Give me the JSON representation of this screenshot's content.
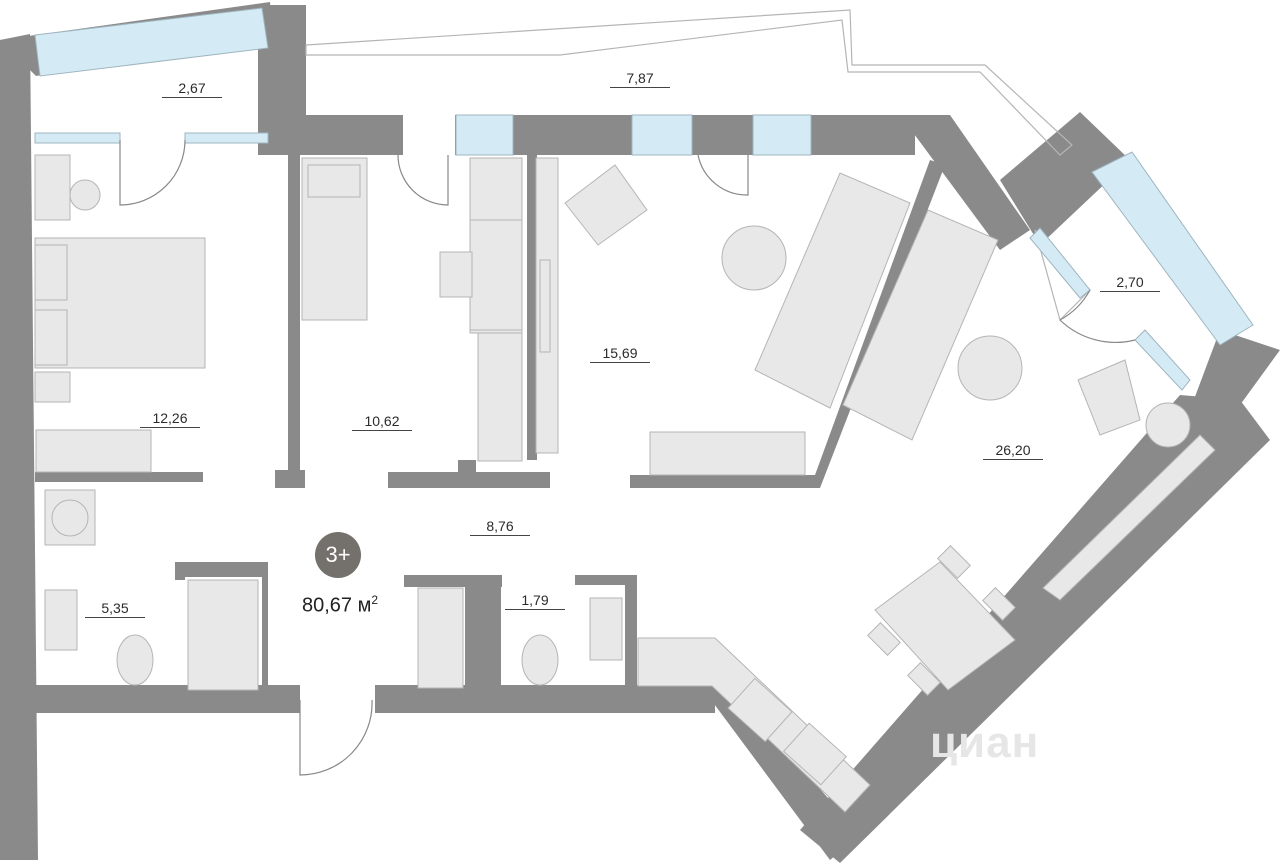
{
  "plan": {
    "areas": [
      {
        "id": "balcony-left",
        "value": "2,67"
      },
      {
        "id": "balcony-top",
        "value": "7,87"
      },
      {
        "id": "bedroom",
        "value": "12,26"
      },
      {
        "id": "room-2",
        "value": "10,62"
      },
      {
        "id": "room-3",
        "value": "15,69"
      },
      {
        "id": "living-kitchen",
        "value": "26,20"
      },
      {
        "id": "balcony-right",
        "value": "2,70"
      },
      {
        "id": "hall",
        "value": "8,76"
      },
      {
        "id": "bathroom",
        "value": "5,35"
      },
      {
        "id": "wc",
        "value": "1,79"
      }
    ],
    "rooms_badge": "3+",
    "total_area": "80,67 м",
    "total_unit_sup": "2",
    "watermark": "циан"
  },
  "colors": {
    "wall": "#8a8a8a",
    "window": "#d4eaf4",
    "furniture": "#e6e6e6",
    "furniture_stroke": "#b5b5b5",
    "badge": "#74706b"
  }
}
